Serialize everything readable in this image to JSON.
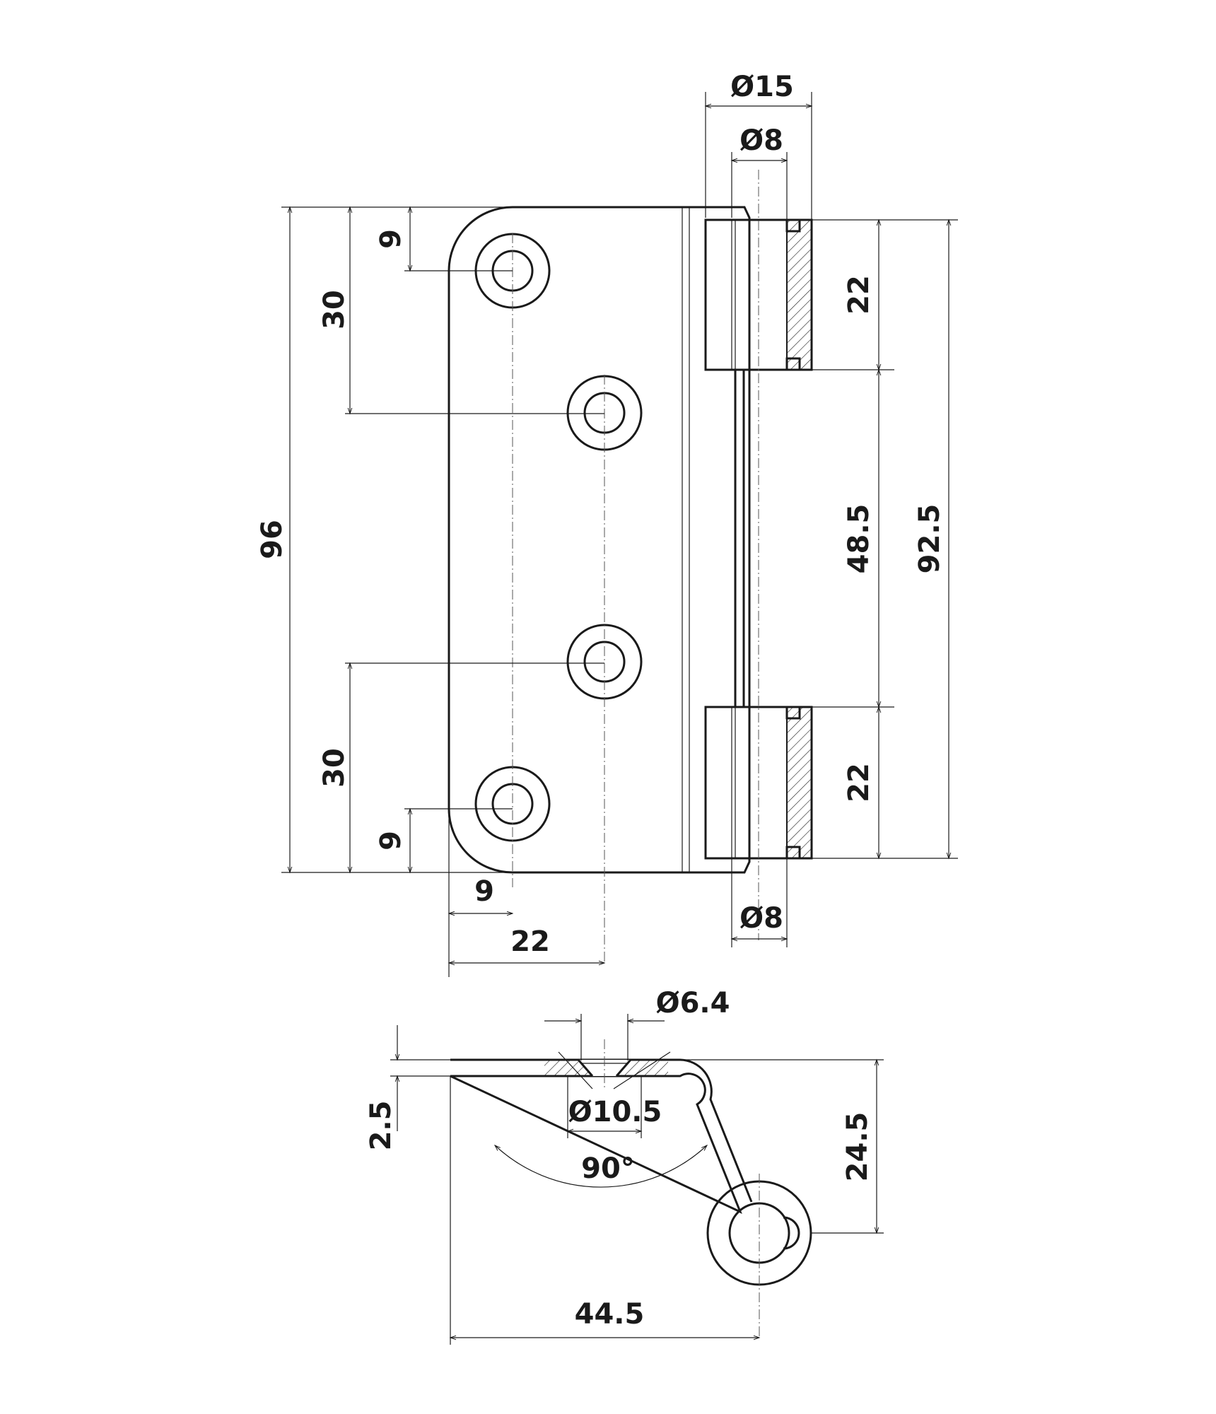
{
  "front_view": {
    "dims": {
      "d_outer_pin": "Ø15",
      "d_pin_top": "Ø8",
      "d_pin_bottom": "Ø8",
      "height_total": "96",
      "hole_pitch_top": "30",
      "hole_pitch_bottom": "30",
      "edge_top": "9",
      "edge_bottom": "9",
      "edge_left": "9",
      "hole_col_offset": "22",
      "knuckle_top": "22",
      "knuckle_bottom": "22",
      "gap_middle": "48.5",
      "height_knuckles": "92.5"
    }
  },
  "side_view": {
    "dims": {
      "hole_d": "Ø6.4",
      "countersink_d": "Ø10.5",
      "countersink_angle": "90°",
      "thickness": "2.5",
      "offset_height": "24.5",
      "width_total": "44.5"
    }
  }
}
